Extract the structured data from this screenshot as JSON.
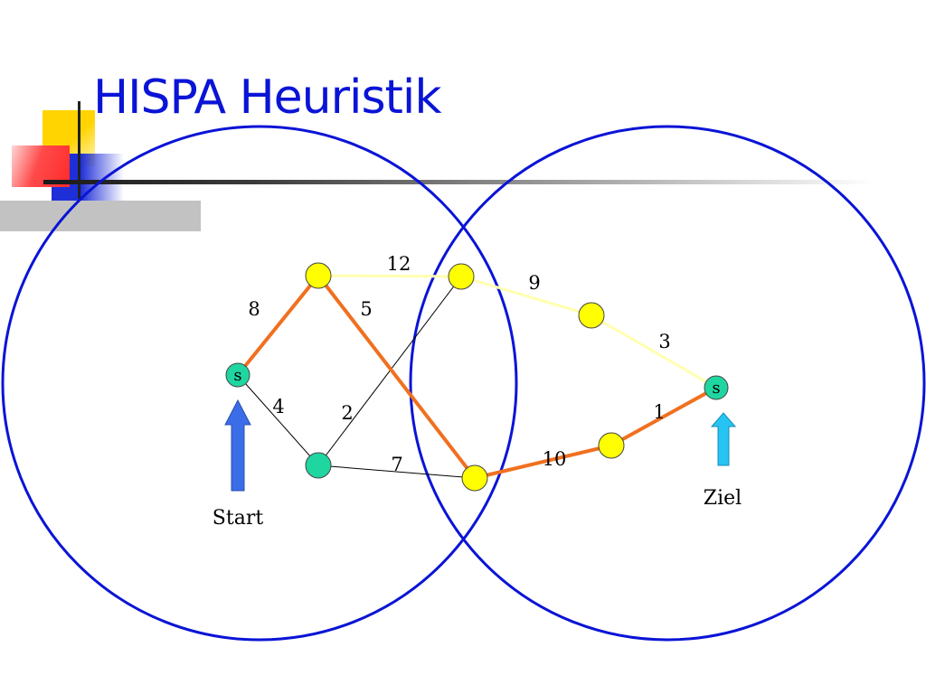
{
  "slide": {
    "title": "HISPA Heuristik"
  },
  "diagram": {
    "edge_weights": {
      "s_y1": "8",
      "y1_y4": "5",
      "y1_y2": "12",
      "y2_y3": "9",
      "y3_t": "3",
      "s_g": "4",
      "g_y2": "2",
      "g_y4": "7",
      "y4_y5": "10",
      "y5_t": "1"
    },
    "node_labels": {
      "start_node": "s",
      "target_node": "s"
    },
    "markers": {
      "start_label": "Start",
      "target_label": "Ziel"
    },
    "colors": {
      "title": "#0a14d6",
      "circle": "#0a14d6",
      "highlight_path": "#f07020",
      "yellow_path": "#ffffb0",
      "yellow_node": "#ffff00",
      "green_node": "#20d6a0",
      "start_arrow": "#3b6de8",
      "target_arrow": "#25c4f2"
    }
  }
}
